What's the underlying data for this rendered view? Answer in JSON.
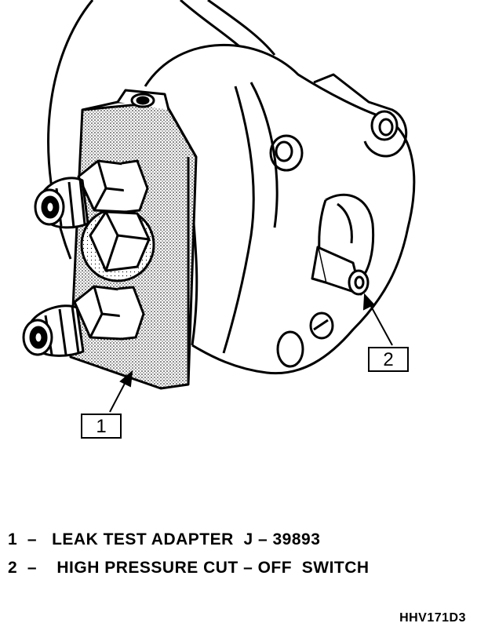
{
  "callouts": [
    {
      "label": "1"
    },
    {
      "label": "2"
    }
  ],
  "legend": [
    {
      "number": "1",
      "separator": "–",
      "text": "LEAK TEST ADAPTER  J – 39893"
    },
    {
      "number": "2",
      "separator": "–",
      "text": "HIGH PRESSURE CUT – OFF  SWITCH"
    }
  ],
  "figure_code": "HHV171D3",
  "colors": {
    "ink": "#000000",
    "paper": "#ffffff",
    "stipple": "#000000"
  }
}
